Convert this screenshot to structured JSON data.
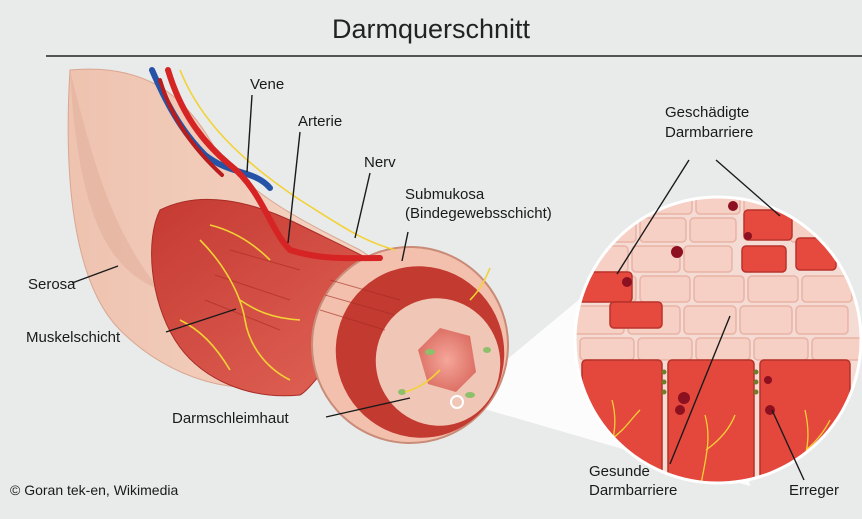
{
  "title": "Darmquerschnitt",
  "labels": {
    "vene": "Vene",
    "arterie": "Arterie",
    "nerv": "Nerv",
    "submukosa_line1": "Submukosa",
    "submukosa_line2": "(Bindegewebsschicht)",
    "serosa": "Serosa",
    "muskelschicht": "Muskelschicht",
    "darmschleimhaut": "Darmschleimhaut",
    "geschaedigte_line1": "Geschädigte",
    "geschaedigte_line2": "Darmbarriere",
    "gesunde_line1": "Gesunde",
    "gesunde_line2": "Darmbarriere",
    "erreger": "Erreger"
  },
  "credit": "© Goran tek-en, Wikimedia",
  "colors": {
    "background": "#e9eaea",
    "serosa": "#f2c9b6",
    "muscle": "#d9473c",
    "artery": "#d62424",
    "vein": "#2553a6",
    "nerve": "#f2d234",
    "cells": "#f6c7bb",
    "damaged_cells": "#e6493e",
    "pathogen": "#8c1020"
  }
}
